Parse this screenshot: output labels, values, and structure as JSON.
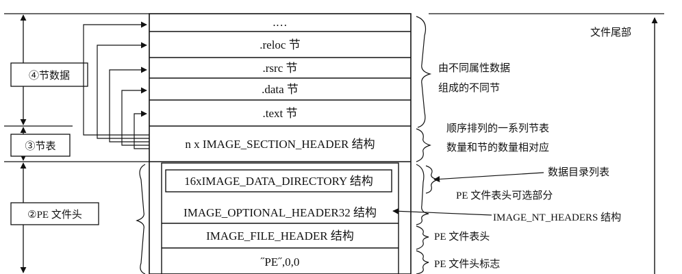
{
  "stack": {
    "rows": [
      ".…",
      ".reloc 节",
      ".rsrc 节",
      ".data 节",
      ".text 节",
      "n x IMAGE_SECTION_HEADER 结构"
    ],
    "inner_rows": [
      "16xIMAGE_DATA_DIRECTORY 结构",
      "IMAGE_OPTIONAL_HEADER32 结构",
      "IMAGE_FILE_HEADER 结构",
      "˝PE˝,0,0"
    ]
  },
  "left_labels": {
    "sections": "④节数据",
    "section_table": "③节表",
    "pe_header": "②PE 文件头"
  },
  "right_labels": {
    "file_tail": "文件尾部",
    "sections_desc_1": "由不同属性数据",
    "sections_desc_2": "组成的不同节",
    "table_desc_1": "顺序排列的一系列节表",
    "table_desc_2": "数量和节的数量相对应",
    "data_dir": "数据目录列表",
    "optional_header": "PE 文件表头可选部分",
    "nt_headers": "IMAGE_NT_HEADERS 结构",
    "file_header": "PE 文件表头",
    "signature": "PE 文件头标志"
  }
}
